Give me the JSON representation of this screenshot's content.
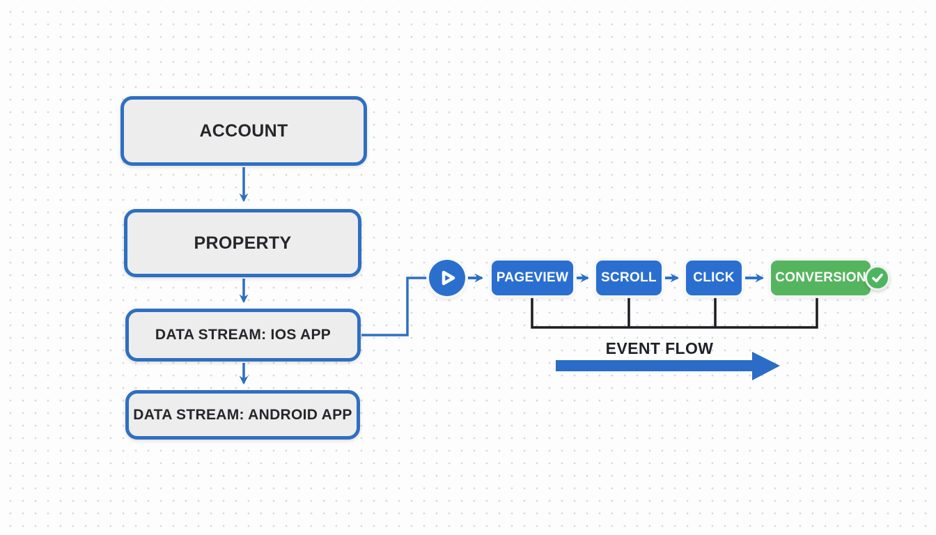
{
  "diagram": {
    "hierarchy": {
      "boxes": [
        {
          "id": "account",
          "label": "ACCOUNT"
        },
        {
          "id": "property",
          "label": "PROPERTY"
        },
        {
          "id": "data-stream-ios",
          "label": "DATA STREAM: IOS APP"
        },
        {
          "id": "data-stream-android",
          "label": "DATA STREAM: ANDROID APP"
        }
      ]
    },
    "event_flow": {
      "start_icon": "play-icon",
      "steps": [
        {
          "id": "pageview",
          "label": "PAGEVIEW",
          "color": "#2a6fd0"
        },
        {
          "id": "scroll",
          "label": "SCROLL",
          "color": "#2a6fd0"
        },
        {
          "id": "click",
          "label": "CLICK",
          "color": "#2a6fd0"
        },
        {
          "id": "conversion",
          "label": "CONVERSION",
          "color": "#55b55f",
          "badge_icon": "check-icon"
        }
      ],
      "caption": "EVENT FLOW"
    },
    "colors": {
      "connector_blue": "#2e6fc2",
      "event_chip_blue": "#2a6fd0",
      "conversion_green": "#55b55f",
      "check_badge_green": "#4db45f",
      "hierarchy_box_fill": "#ededee",
      "hierarchy_box_border": "#2f6fc1",
      "bracket_black": "#1c1d20",
      "text_dark": "#26262a",
      "big_arrow_blue": "#2b6cc6"
    }
  }
}
